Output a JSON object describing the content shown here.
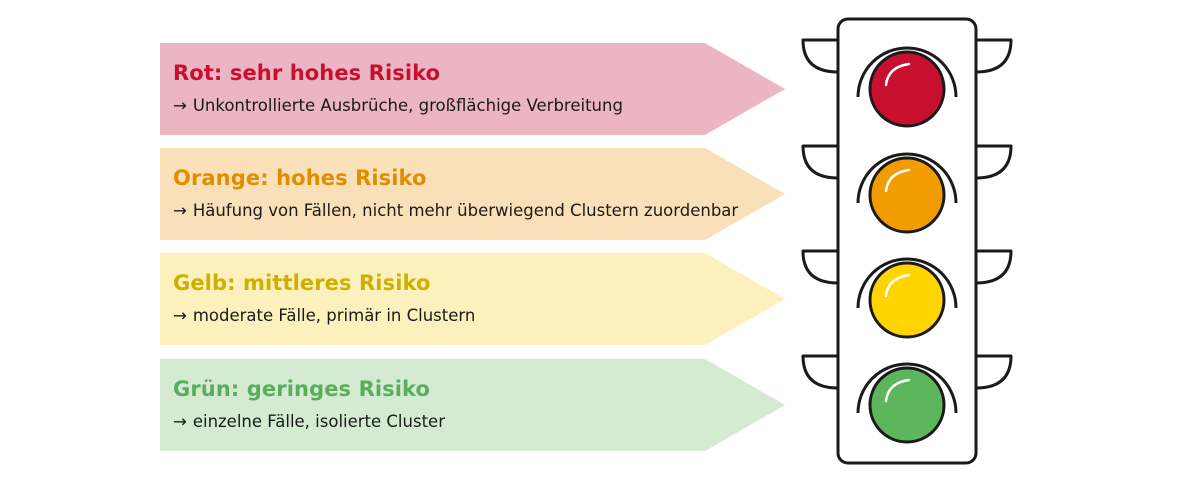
{
  "levels": [
    {
      "title": "Rot: sehr hohes Risiko",
      "arrow_symbol": "→",
      "description": "Unkontrollierte Ausbrüche, großflächige Verbreitung",
      "fill": "#ecb5c3",
      "title_color": "#c8102e",
      "lamp_color": "#c8102e"
    },
    {
      "title": "Orange: hohes Risiko",
      "arrow_symbol": "→",
      "description": "Häufung von Fällen, nicht mehr überwiegend Clustern zuordenbar",
      "fill": "#fae0b9",
      "title_color": "#e08e00",
      "lamp_color": "#f29c00"
    },
    {
      "title": "Gelb: mittleres Risiko",
      "arrow_symbol": "→",
      "description": "moderate Fälle, primär in Clustern",
      "fill": "#fcf0bd",
      "title_color": "#cdb000",
      "lamp_color": "#ffd400"
    },
    {
      "title": "Grün: geringes Risiko",
      "arrow_symbol": "→",
      "description": "einzelne Fälle, isolierte Cluster",
      "fill": "#d4ebd2",
      "title_color": "#5aad5c",
      "lamp_color": "#5cb65c"
    }
  ],
  "traffic_light": {
    "housing_color": "#ffffff",
    "outline_color": "#1a1a1a"
  }
}
